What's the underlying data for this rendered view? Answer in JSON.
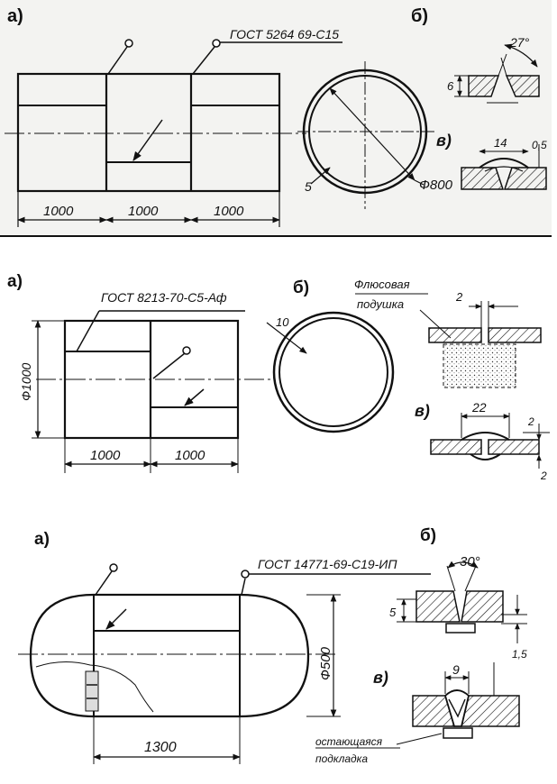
{
  "drawing1": {
    "label_a": "а)",
    "label_b": "б)",
    "label_v": "в)",
    "standard": "ГОСТ 5264  69-С15",
    "lengths": [
      "1000",
      "1000",
      "1000"
    ],
    "wall": "5",
    "diameter": "Ф800",
    "angle": "27°",
    "depth": "6",
    "width": "14",
    "gap": "0,5"
  },
  "drawing2": {
    "label_a": "а)",
    "label_b": "б)",
    "label_v": "в)",
    "standard": "ГОСТ 8213-70-С5-Аф",
    "diameter": "Ф1000",
    "lengths": [
      "1000",
      "1000"
    ],
    "wall": "10",
    "flux_label_1": "Флюсовая",
    "flux_label_2": "подушка",
    "gap_b": "2",
    "width": "22",
    "dim_v1": "2",
    "dim_v2": "2"
  },
  "drawing3": {
    "label_a": "а)",
    "label_b": "б)",
    "label_v": "в)",
    "standard": "ГОСТ 14771-69-С19-ИП",
    "diameter": "Ф500",
    "length": "1300",
    "angle": "30°",
    "depth": "5",
    "gap": "1,5",
    "width": "9",
    "backing_1": "остающаяся",
    "backing_2": "подкладка"
  }
}
